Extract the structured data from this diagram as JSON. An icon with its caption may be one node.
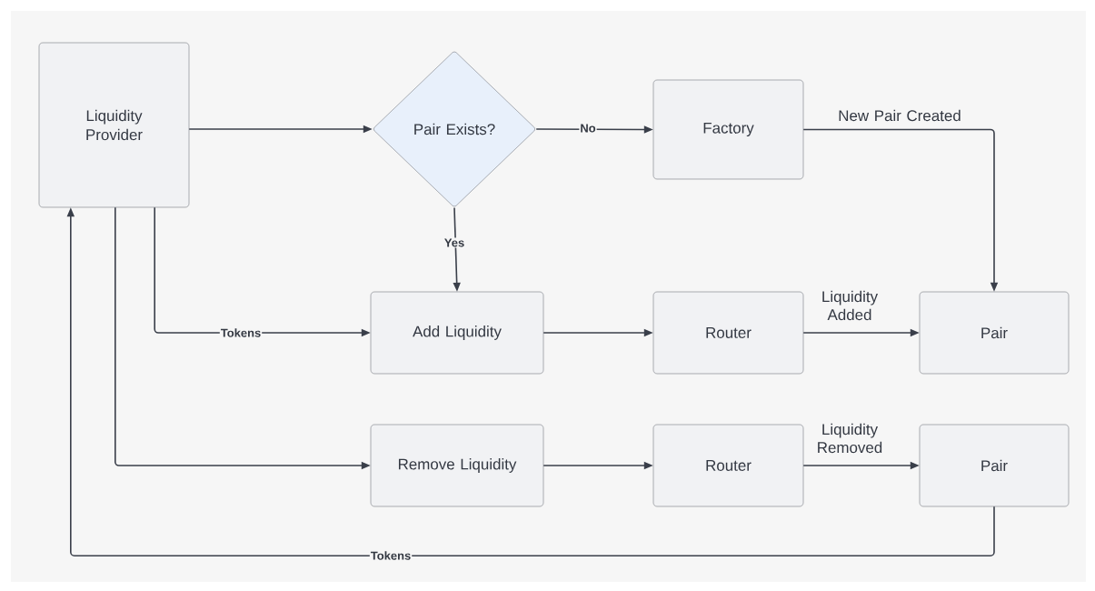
{
  "diagram": {
    "nodes": [
      {
        "text": [
          "Liquidity Provider"
        ]
      },
      {
        "text": [
          "Pair Exists?"
        ]
      },
      {
        "text": [
          "Factory"
        ]
      },
      {
        "text": [
          "Add Liquidity"
        ]
      },
      {
        "text": [
          "Router"
        ]
      },
      {
        "text": [
          "Pair"
        ]
      },
      {
        "text": [
          "Remove Liquidity"
        ]
      },
      {
        "text": [
          "Router"
        ]
      },
      {
        "text": [
          "Pair"
        ]
      }
    ],
    "edges": [
      {
        "from": 0,
        "to": 1,
        "arrow": "to"
      },
      {
        "from": 1,
        "to": 2,
        "arrow": "to",
        "label": "No"
      },
      {
        "from": 2,
        "to": 5,
        "arrow": "to",
        "label": "New Pair Created"
      },
      {
        "from": 1,
        "to": 3,
        "arrow": "to",
        "label": "Yes"
      },
      {
        "from": 0,
        "to": 3,
        "arrow": "to",
        "label": "Tokens"
      },
      {
        "from": 3,
        "to": 4,
        "arrow": "to"
      },
      {
        "from": 4,
        "to": 5,
        "arrow": "to",
        "label": "Liquidity Added"
      },
      {
        "from": 0,
        "to": 6,
        "arrow": "to"
      },
      {
        "from": 6,
        "to": 7,
        "arrow": "to"
      },
      {
        "from": 7,
        "to": 8,
        "arrow": "to",
        "label": "Liquidity Removed"
      },
      {
        "from": 8,
        "to": 0,
        "arrow": "to",
        "label": "Tokens"
      }
    ]
  }
}
